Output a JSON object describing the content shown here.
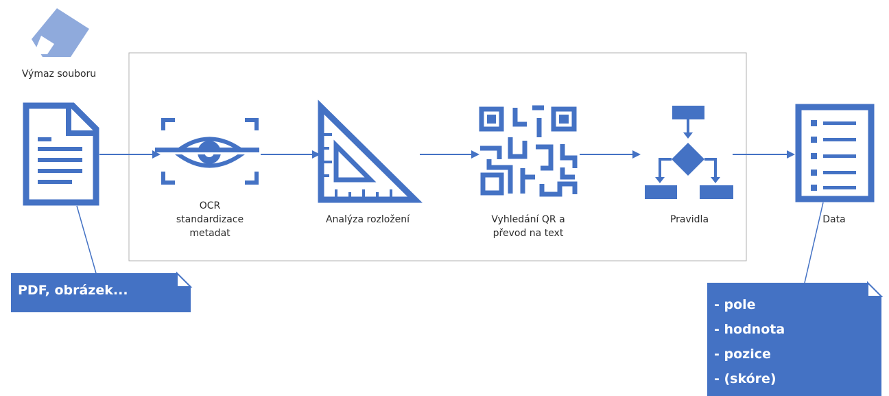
{
  "labels": {
    "erase": "Výmaz souboru",
    "ocr": "OCR\nstandardizace\nmetadat",
    "layout": "Analýza rozložení",
    "qr": "Vyhledání QR a\npřevod na text",
    "rules": "Pravidla",
    "data": "Data"
  },
  "notes": {
    "input": "PDF, obrázek...",
    "output": [
      "- pole",
      "- hodnota",
      "- pozice",
      "- (skóre)"
    ]
  },
  "colors": {
    "accent": "#4472c4",
    "light_accent": "#8faadc",
    "frame": "#b0b0b0"
  },
  "icons": [
    "eraser-icon",
    "document-icon",
    "eye-scan-icon",
    "set-square-icon",
    "qr-code-icon",
    "flowchart-icon",
    "list-icon"
  ]
}
